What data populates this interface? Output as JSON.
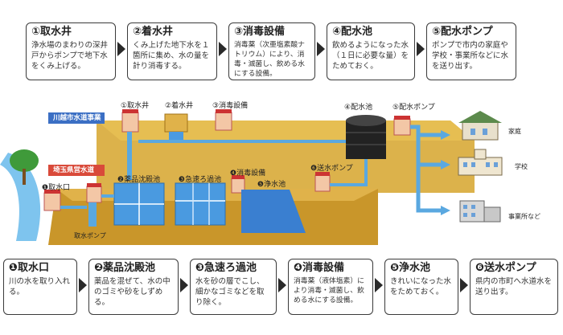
{
  "top_steps": [
    {
      "title": "①取水井",
      "body": "浄水場のまわりの深井戸からポンプで地下水をくみ上げる。"
    },
    {
      "title": "②着水井",
      "body": "くみ上げた地下水を１箇所に集め、水の量を計り消毒する。"
    },
    {
      "title": "③消毒設備",
      "body": "消毒薬（次亜塩素酸ナトリウム）により、消毒・滅菌し、飲める水にする設備。"
    },
    {
      "title": "④配水池",
      "body": "飲めるようになった水（１日に必要な量）をためておく。"
    },
    {
      "title": "⑤配水ポンプ",
      "body": "ポンプで市内の家庭や学校・事業所などに水を送り出す。"
    }
  ],
  "bottom_steps": [
    {
      "title": "❶取水口",
      "body": "川の水を取り入れる。"
    },
    {
      "title": "❷薬品沈殿池",
      "body": "薬品を混ぜて、水の中のゴミや砂をしずめる。"
    },
    {
      "title": "❸急速ろ過池",
      "body": "水を砂の層でこし、細かなゴミなどを取り除く。"
    },
    {
      "title": "❹消毒設備",
      "body": "消毒薬（液体塩素）により消毒・滅菌し、飲める水にする設備。"
    },
    {
      "title": "❺浄水池",
      "body": "きれいになった水をためておく。"
    },
    {
      "title": "❻送水ポンプ",
      "body": "県内の市町へ水道水を送り出す。"
    }
  ],
  "banners": {
    "city": "川越市水道事業",
    "prefecture": "埼玉県営水道"
  },
  "diagram_labels": {
    "top_well": "①取水井",
    "top_receiving": "②着水井",
    "top_disinfect": "③消毒設備",
    "top_reservoir": "④配水池",
    "top_pump": "⑤配水ポンプ",
    "intake": "❶取水口",
    "intake_pump": "取水ポンプ",
    "sedimentation": "❷薬品沈殿池",
    "filtration": "❸急速ろ過池",
    "disinfection": "❹消毒設備",
    "clear_well": "❺浄水池",
    "transmission_pump": "❻送水ポンプ",
    "home": "家庭",
    "school": "学校",
    "business": "事業所など"
  },
  "colors": {
    "ground": "#d6a42c",
    "ground_dark": "#b8861a",
    "water": "#3a8fd8",
    "pipe": "#5aa8e0",
    "city_banner": "#3b6fc4",
    "pref_banner": "#d94a3a"
  }
}
